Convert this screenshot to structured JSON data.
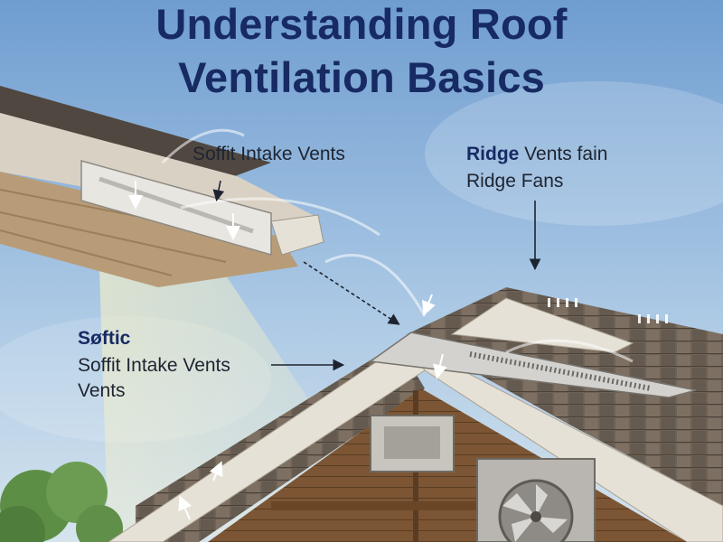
{
  "title": {
    "line1": "Understanding Roof",
    "line2": "Ventilation Basics"
  },
  "labels": {
    "soffit_intake_top": "Soffit Intake Vents",
    "ridge_line1_bold": "Ridge",
    "ridge_line1_rest": " Vents fain",
    "ridge_line2": "Ridge Fans",
    "softic_heading": "Søftic",
    "soffit_intake_left": "Soffit Intake Vents",
    "vents": "Vents"
  },
  "colors": {
    "title": "#172a63",
    "sky_top": "#6f9dd0",
    "sky_bottom": "#cfe0ee",
    "shingle": "#6e6256",
    "fascia": "#e6e1d7",
    "wood": "#8a5a35"
  },
  "icons": [
    "arrow-icon",
    "fan-icon",
    "vent-icon",
    "tree-icon"
  ]
}
